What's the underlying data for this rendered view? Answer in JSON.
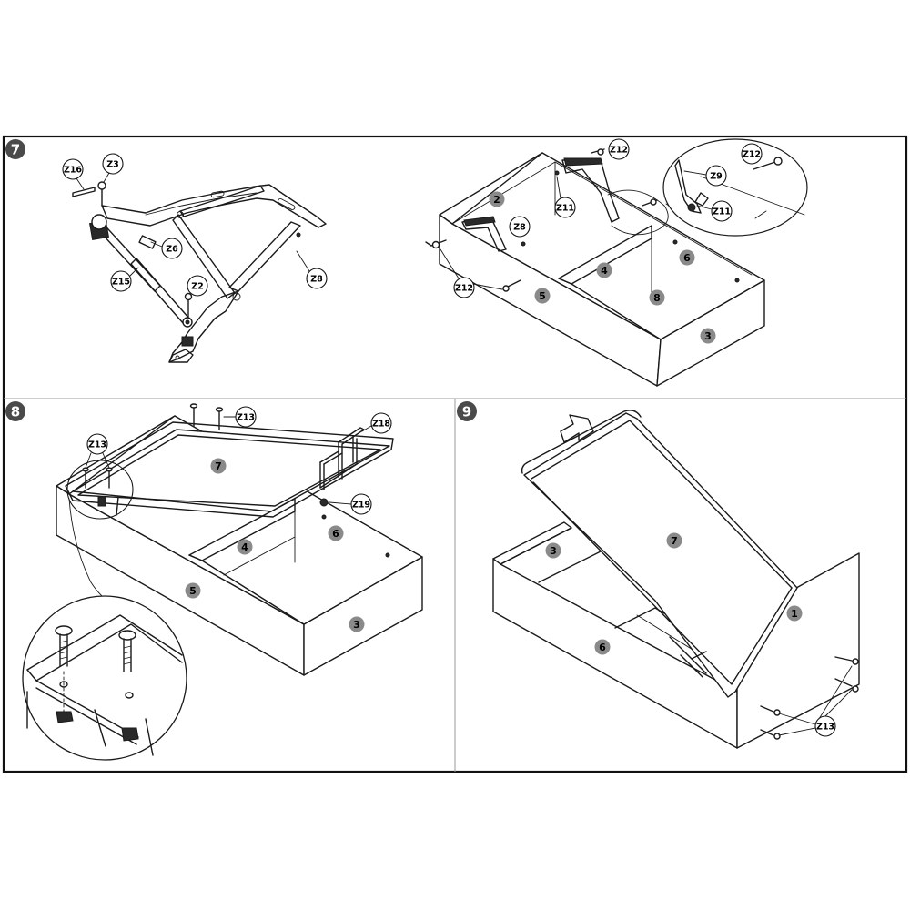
{
  "steps": [
    "7",
    "8",
    "9"
  ],
  "step7": {
    "frame_labels": [
      "Z16",
      "Z3",
      "Z6",
      "Z15",
      "Z2",
      "Z8"
    ],
    "box_labels": [
      "Z12",
      "Z8",
      "Z11",
      "Z12"
    ],
    "detail_labels": [
      "Z12",
      "Z9",
      "Z11"
    ],
    "part_numbers": [
      "2",
      "4",
      "6",
      "5",
      "8",
      "3"
    ]
  },
  "step8": {
    "hardware_labels": [
      "Z13",
      "Z13",
      "Z18",
      "Z19"
    ],
    "part_numbers": [
      "7",
      "4",
      "6",
      "5",
      "3"
    ]
  },
  "step9": {
    "part_numbers": [
      "7",
      "3",
      "1",
      "6"
    ],
    "hardware_labels": [
      "Z13"
    ]
  }
}
